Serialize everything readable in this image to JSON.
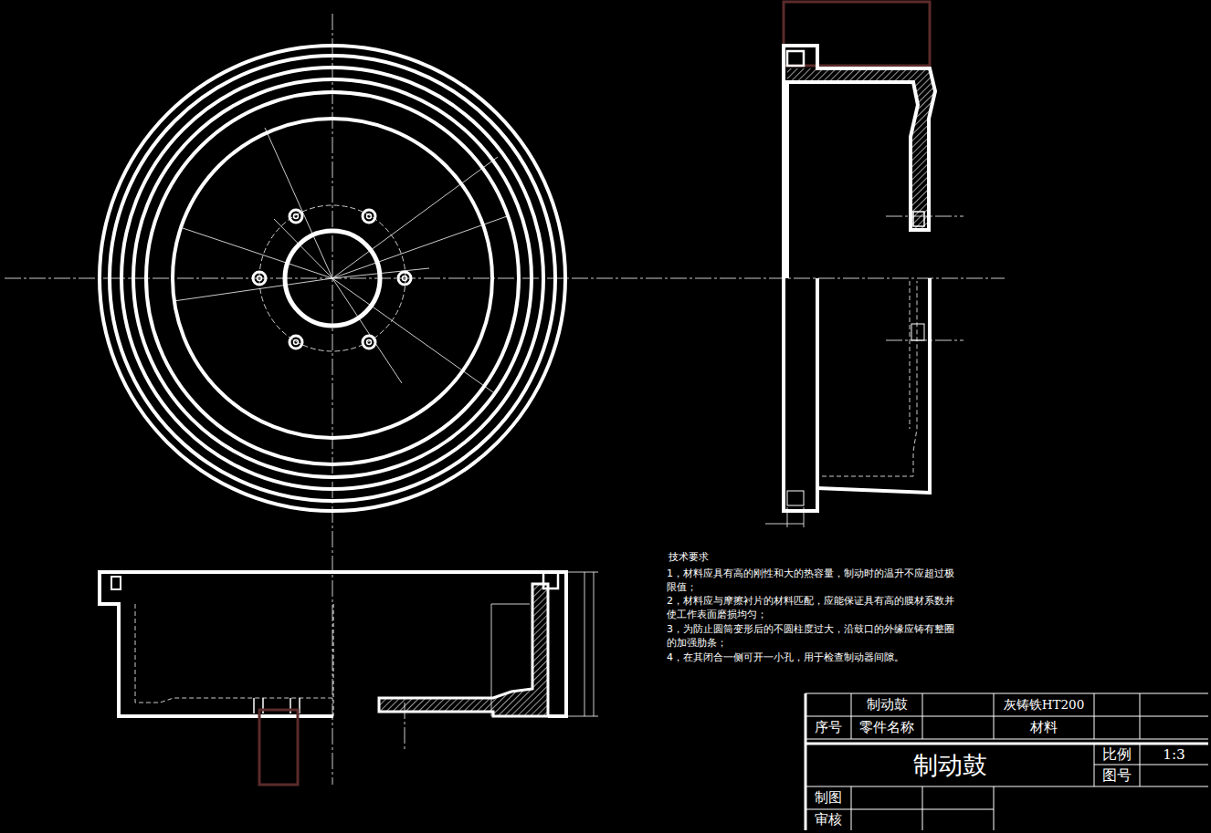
{
  "diagram": {
    "labels": [
      "技术要求",
      "1，材料应具有高的刚性和大的热容量，制动时的温升不应超过极限值；",
      "2，材料应与摩擦衬片的材料匹配，应能保证具有高的膜材系数并使工作表面磨损均匀；",
      "3，为防止圆筒变形后的不圆柱度过大，沿鼓口的外缘应铸有整圈的加强肋条；",
      "4，在其闭合一侧可开一小孔，用于检查制动器间隙。",
      "制动鼓",
      "灰铸铁HT200",
      "序号",
      "零件名称",
      "材料",
      "制动鼓",
      "比例",
      "1:3",
      "图号",
      "制图",
      "审核"
    ]
  }
}
